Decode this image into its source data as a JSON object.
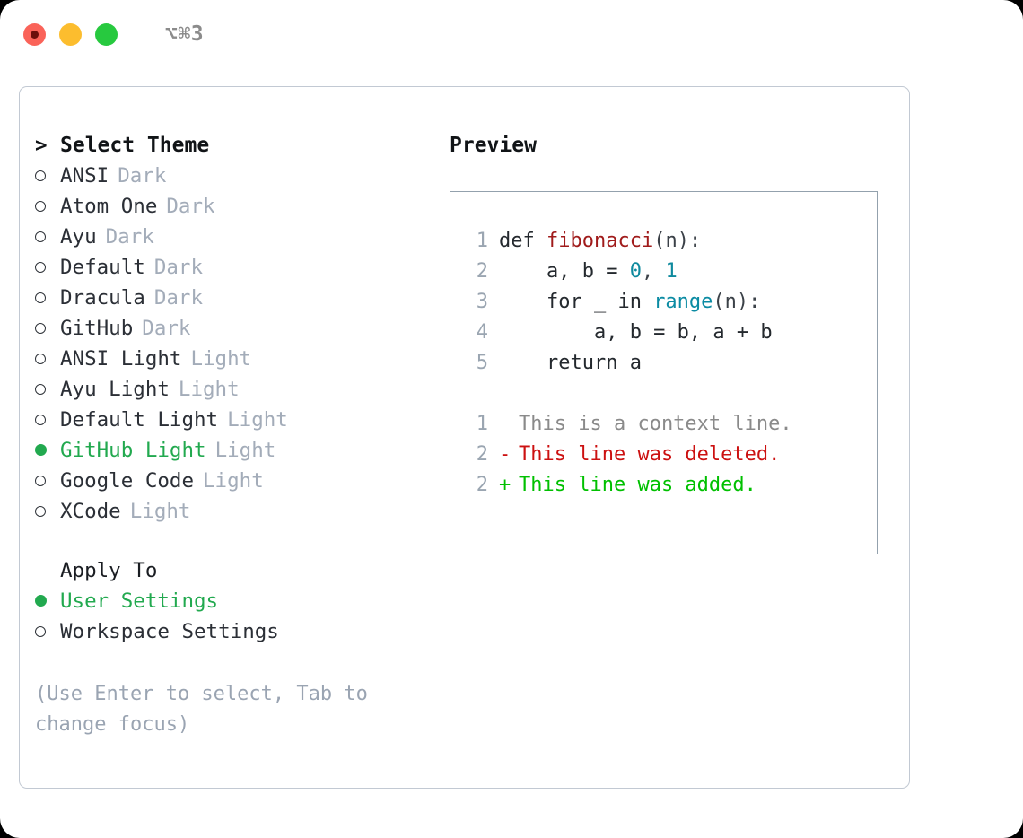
{
  "window": {
    "shortcut_label": "⌥⌘3",
    "traffic_lights": [
      "close",
      "minimize",
      "zoom"
    ]
  },
  "theme_picker": {
    "header_caret": ">",
    "header_label": "Select Theme",
    "items": [
      {
        "name": "ANSI",
        "kind": "Dark",
        "selected": false
      },
      {
        "name": "Atom One",
        "kind": "Dark",
        "selected": false
      },
      {
        "name": "Ayu",
        "kind": "Dark",
        "selected": false
      },
      {
        "name": "Default",
        "kind": "Dark",
        "selected": false
      },
      {
        "name": "Dracula",
        "kind": "Dark",
        "selected": false
      },
      {
        "name": "GitHub",
        "kind": "Dark",
        "selected": false
      },
      {
        "name": "ANSI Light",
        "kind": "Light",
        "selected": false
      },
      {
        "name": "Ayu Light",
        "kind": "Light",
        "selected": false
      },
      {
        "name": "Default Light",
        "kind": "Light",
        "selected": false
      },
      {
        "name": "GitHub Light",
        "kind": "Light",
        "selected": true
      },
      {
        "name": "Google Code",
        "kind": "Light",
        "selected": false
      },
      {
        "name": "XCode",
        "kind": "Light",
        "selected": false
      }
    ]
  },
  "apply_to": {
    "header_label": "Apply To",
    "options": [
      {
        "label": "User Settings",
        "selected": true
      },
      {
        "label": "Workspace Settings",
        "selected": false
      }
    ]
  },
  "hint": {
    "text": "(Use Enter to select, Tab to change focus)"
  },
  "preview": {
    "title": "Preview",
    "code_lines": [
      {
        "no": "1",
        "tokens": [
          {
            "t": "def ",
            "c": "kw"
          },
          {
            "t": "fibonacci",
            "c": "fn"
          },
          {
            "t": "(n):",
            "c": "punct"
          }
        ]
      },
      {
        "no": "2",
        "tokens": [
          {
            "t": "    a, b = ",
            "c": "var"
          },
          {
            "t": "0",
            "c": "num"
          },
          {
            "t": ", ",
            "c": "punct"
          },
          {
            "t": "1",
            "c": "num"
          }
        ]
      },
      {
        "no": "3",
        "tokens": [
          {
            "t": "    for _ in ",
            "c": "kw"
          },
          {
            "t": "range",
            "c": "bi"
          },
          {
            "t": "(n):",
            "c": "punct"
          }
        ]
      },
      {
        "no": "4",
        "tokens": [
          {
            "t": "        a, b = b, a + b",
            "c": "var"
          }
        ]
      },
      {
        "no": "5",
        "tokens": [
          {
            "t": "    return a",
            "c": "kw"
          }
        ]
      }
    ],
    "diff_lines": [
      {
        "no": "1",
        "sign": " ",
        "text": "This is a context line.",
        "type": "ctx"
      },
      {
        "no": "2",
        "sign": "-",
        "text": "This line was deleted.",
        "type": "del"
      },
      {
        "no": "2",
        "sign": "+",
        "text": "This line was added.",
        "type": "add"
      }
    ]
  },
  "colors": {
    "selected_green": "#22a94f",
    "diff_add_green": "#00c000",
    "diff_del_red": "#cc1111",
    "muted_gray": "#a3acb9",
    "panel_border": "#c2c9d3",
    "preview_border": "#93a1ad",
    "function_red": "#a01b1b",
    "builtin_teal": "#0b8ba3",
    "number_teal": "#0f8a9e"
  }
}
